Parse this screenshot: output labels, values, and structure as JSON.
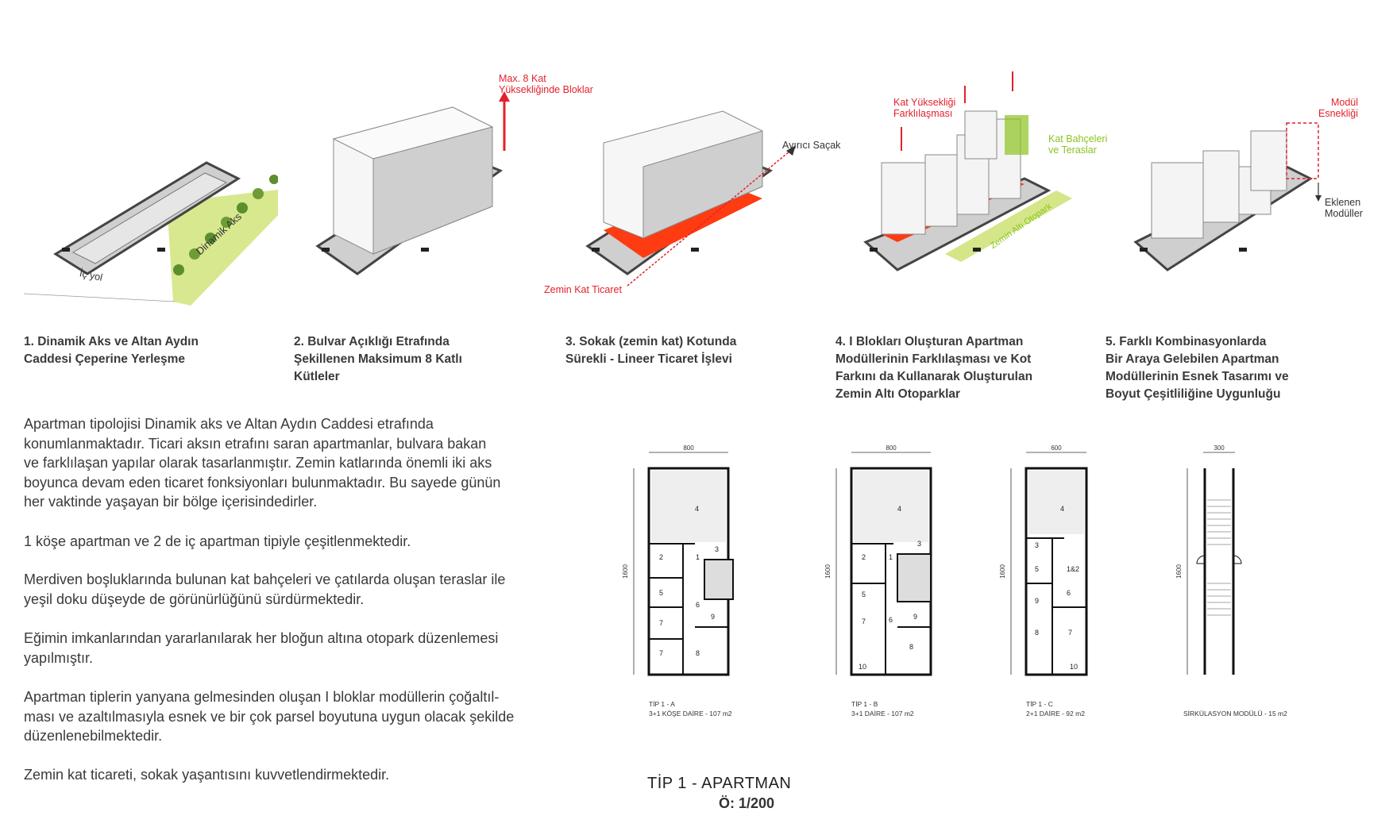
{
  "diagrams": [
    {
      "callouts": {
        "road": "İç yol",
        "axis": "Dinamik Aks"
      }
    },
    {
      "callouts": {
        "max_height": "Max. 8 Kat\nYüksekliğinde Bloklar"
      }
    },
    {
      "callouts": {
        "canopy": "Ayırıcı Saçak",
        "ground_retail": "Zemin Kat Ticaret"
      }
    },
    {
      "callouts": {
        "height_variation": "Kat Yüksekliği\nFarklılaşması",
        "gardens": "Kat Bahçeleri\nve Teraslar",
        "underground_parking": "Zemin Altı Otopark"
      }
    },
    {
      "callouts": {
        "module_flex": "Modül\nEsnekliği",
        "added_modules": "Eklenen\nModüller"
      }
    }
  ],
  "captions": [
    [
      "1. Dinamik Aks ve Altan Aydın",
      "Caddesi Çeperine Yerleşme"
    ],
    [
      "2. Bulvar Açıklığı Etrafında",
      "Şekillenen Maksimum 8 Katlı",
      "Kütleler"
    ],
    [
      "3. Sokak (zemin kat) Kotunda",
      "Sürekli - Lineer Ticaret İşlevi"
    ],
    [
      "4. I Blokları Oluşturan Apartman",
      "Modüllerinin Farklılaşması ve Kot",
      "Farkını da Kullanarak Oluşturulan",
      "Zemin Altı Otoparklar"
    ],
    [
      "5. Farklı Kombinasyonlarda",
      "Bir Araya Gelebilen Apartman",
      "Modüllerinin Esnek Tasarımı ve",
      "Boyut Çeşitliliğine Uygunluğu"
    ]
  ],
  "paragraphs": [
    [
      "Apartman tipolojisi Dinamik aks ve Altan Aydın Caddesi etrafında",
      "konumlanmaktadır. Ticari aksın etrafını saran apartmanlar, bulvara bakan",
      "ve farklılaşan yapılar olarak tasarlanmıştır. Zemin katlarında önemli iki aks",
      "boyunca devam eden ticaret fonksiyonları bulunmaktadır. Bu sayede günün",
      "her vaktinde yaşayan bir bölge içerisindedirler."
    ],
    [
      "1 köşe apartman ve 2 de iç apartman tipiyle çeşitlenmektedir."
    ],
    [
      "Merdiven boşluklarında bulunan kat bahçeleri ve çatılarda oluşan teraslar ile",
      "yeşil doku düşeyde de görünürlüğünü sürdürmektedir."
    ],
    [
      "Eğimin imkanlarından yararlanılarak her bloğun altına otopark düzenlemesi",
      "yapılmıştır."
    ],
    [
      "Apartman tiplerin yanyana gelmesinden oluşan I bloklar modüllerin çoğaltıl-",
      "ması ve azaltılmasıyla esnek ve bir çok parsel boyutuna uygun olacak şekilde",
      "düzenlenebilmektedir."
    ],
    [
      "Zemin kat ticareti, sokak yaşantısını kuvvetlendirmektedir."
    ]
  ],
  "plans": [
    {
      "width_dim": "800",
      "height_dim": "1600",
      "label_line1": "TİP 1 - A",
      "label_line2": "3+1 KÖŞE DAİRE - 107 m2"
    },
    {
      "width_dim": "800",
      "height_dim": "1600",
      "label_line1": "TİP 1 - B",
      "label_line2": "3+1 DAİRE - 107 m2"
    },
    {
      "width_dim": "600",
      "height_dim": "1600",
      "label_line1": "TİP 1 - C",
      "label_line2": "2+1 DAİRE - 92 m2"
    },
    {
      "width_dim": "300",
      "height_dim": "1600",
      "label_line1": "",
      "label_line2": "SİRKÜLASYON MODÜLÜ - 15 m2"
    }
  ],
  "room_numbers": {
    "a": [
      "4",
      "1",
      "2",
      "3",
      "5",
      "6",
      "7",
      "7",
      "8",
      "9"
    ],
    "b": [
      "4",
      "1",
      "2",
      "3",
      "5",
      "6",
      "7",
      "8",
      "9",
      "10"
    ],
    "c": [
      "4",
      "1&2",
      "3",
      "5",
      "6",
      "7",
      "8",
      "9",
      "10"
    ]
  },
  "title": "TİP 1 - APARTMAN",
  "scale": "Ö: 1/200",
  "colors": {
    "accent_red": "#e4202b",
    "accent_green": "#8cc31f",
    "retail_orange": "#ff3b12",
    "text": "#3a3a3a"
  }
}
